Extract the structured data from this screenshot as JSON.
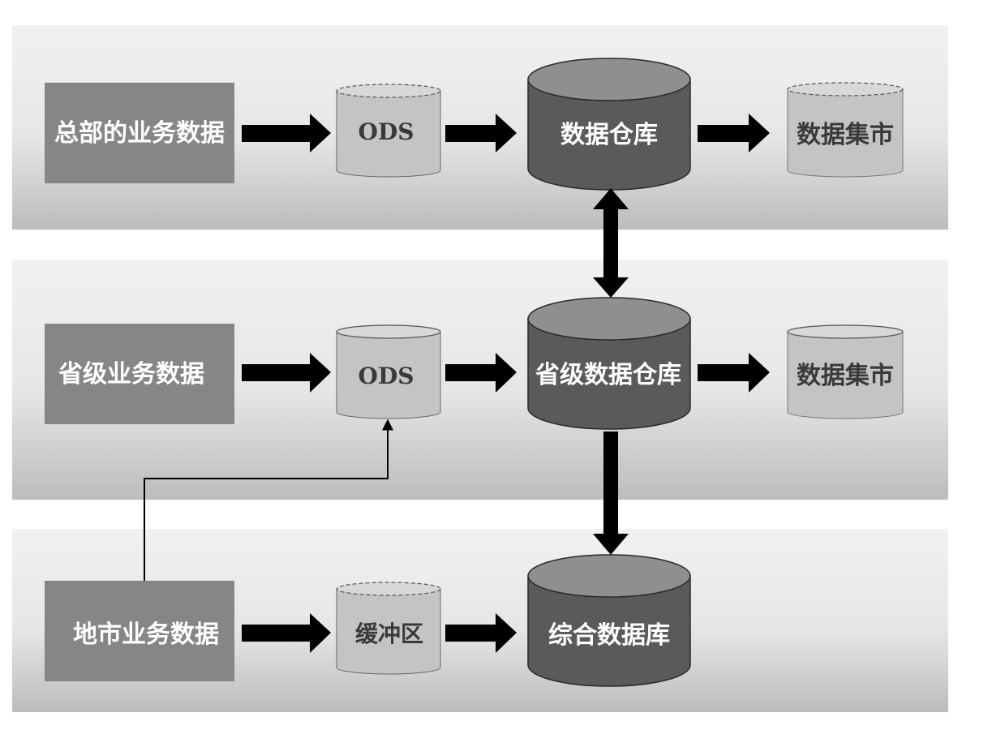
{
  "rows": {
    "hq": {
      "source": "总部的业务数据",
      "staging": "ODS",
      "warehouse": "数据仓库",
      "mart": "数据集市"
    },
    "province": {
      "source": "省级业务数据",
      "staging": "ODS",
      "warehouse": "省级数据仓库",
      "mart": "数据集市"
    },
    "city": {
      "source": "地市业务数据",
      "staging": "缓冲区",
      "warehouse": "综合数据库"
    }
  },
  "colors": {
    "source_box": "#868686",
    "staging_cylinder": "#c4c4c4",
    "warehouse_cylinder": "#5a5a5a",
    "warehouse_top": "#8f8f8f",
    "arrow": "#000000"
  }
}
